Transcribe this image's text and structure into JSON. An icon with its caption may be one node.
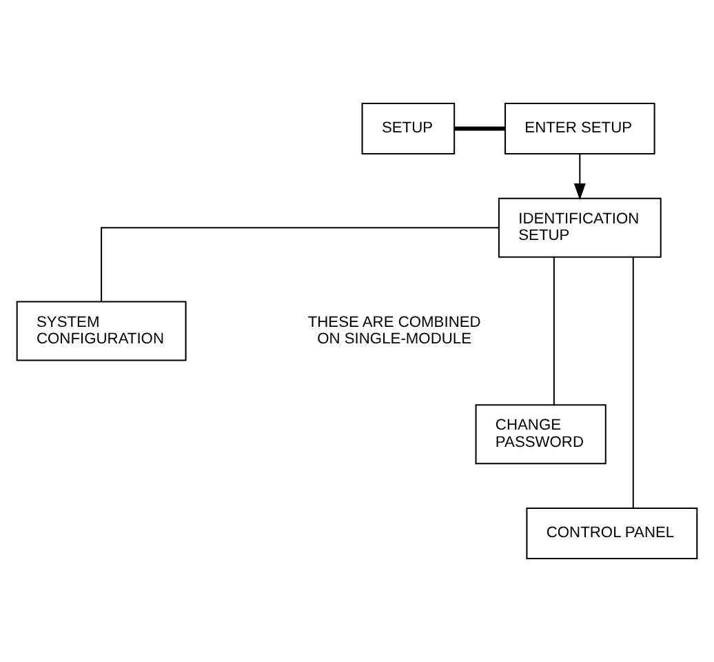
{
  "diagram": {
    "nodes": [
      {
        "text": [
          "SETUP"
        ]
      },
      {
        "text": [
          "ENTER SETUP"
        ]
      },
      {
        "text": [
          "IDENTIFICATION SETUP"
        ]
      },
      {
        "text": [
          "SYSTEM CONFIGURATION"
        ]
      },
      {
        "text": [
          "CHANGE PASSWORD"
        ]
      },
      {
        "text": [
          "CONTROL PANEL"
        ]
      }
    ],
    "edges": [
      {
        "from": 0,
        "to": 1,
        "arrow": "none",
        "style": "thick"
      },
      {
        "from": 1,
        "to": 2,
        "arrow": "to"
      },
      {
        "from": 2,
        "to": 3,
        "arrow": "none"
      },
      {
        "from": 2,
        "to": 4,
        "arrow": "none"
      },
      {
        "from": 2,
        "to": 5,
        "arrow": "none"
      }
    ],
    "labels": [
      "THESE ARE COMBINED ON SINGLE-MODULE"
    ]
  }
}
